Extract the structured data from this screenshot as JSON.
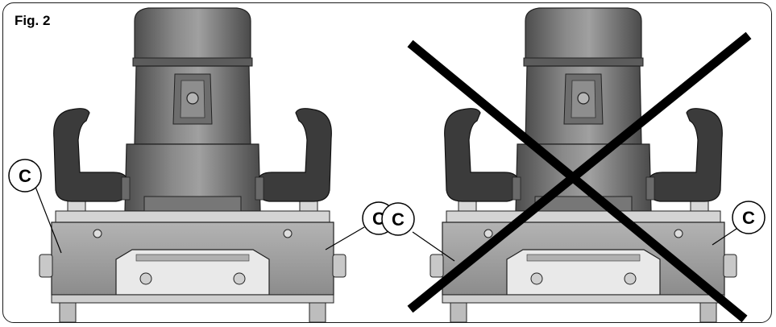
{
  "figure": {
    "label": "Fig. 2",
    "callout_letter": "C"
  },
  "panels": [
    {
      "name": "correct-installation",
      "crossed_out": false
    },
    {
      "name": "incorrect-installation",
      "crossed_out": true
    }
  ],
  "colors": {
    "motor_dark": "#5a5a5a",
    "motor_mid": "#7d7d7d",
    "motor_light": "#a9a9a9",
    "handle": "#3a3a3a",
    "base_plate": "#9c9c9c",
    "cross": "#000000"
  }
}
